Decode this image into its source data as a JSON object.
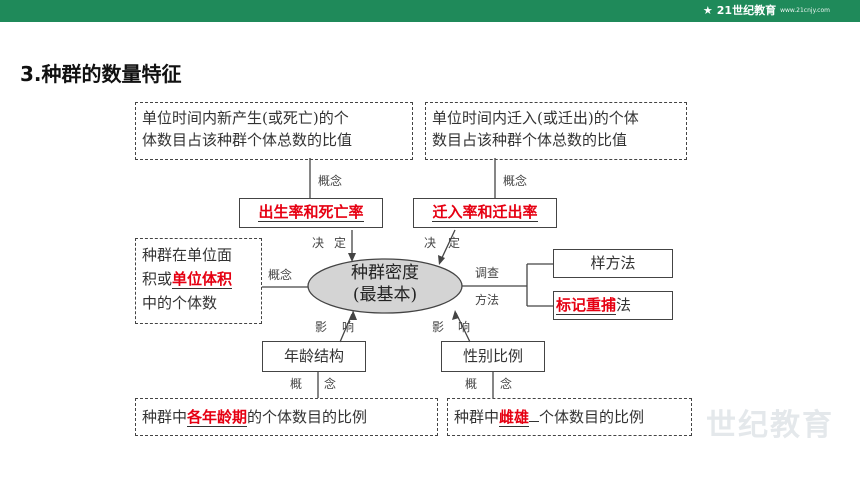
{
  "header": {
    "logo_text": "21世纪教育",
    "logo_sub": "www.21cnjy.com"
  },
  "heading": "3.种群的数量特征",
  "boxes": {
    "birth_def_l1": "单位时间内新产生(或死亡)的个",
    "birth_def_l2": "体数目占该种群个体总数的比值",
    "migr_def_l1": "单位时间内迁入(或迁出)的个体",
    "migr_def_l2": "数目占该种群个体总数的比值",
    "birth_rate": "出生率和死亡率",
    "migration_rate": "迁入率和迁出率",
    "density_def_l1": "种群在单位面",
    "density_def_l2_pre": "积或",
    "density_def_l2_red": "单位体积",
    "density_def_l3": "中的个体数",
    "center_l1": "种群密度",
    "center_l2": "(最基本)",
    "quadrat": "样方法",
    "mark_red": "标记重捕",
    "mark_suffix": "法",
    "age": "年龄结构",
    "sex": "性别比例",
    "age_def_pre": "种群中",
    "age_def_red": "各年龄期",
    "age_def_post": "的个体数目的比例",
    "sex_def_pre": "种群中",
    "sex_def_red": "雌雄",
    "sex_def_post": "个体数目的比例"
  },
  "labels": {
    "concept": "概念",
    "decide_1": "决",
    "decide_2": "定",
    "survey": "调查",
    "method": "方法",
    "affect_1": "影",
    "affect_2": "响",
    "gai": "概",
    "nian": "念"
  },
  "watermark": "世纪教育",
  "colors": {
    "topbar": "#1f8a5a",
    "highlight": "#e60012"
  }
}
